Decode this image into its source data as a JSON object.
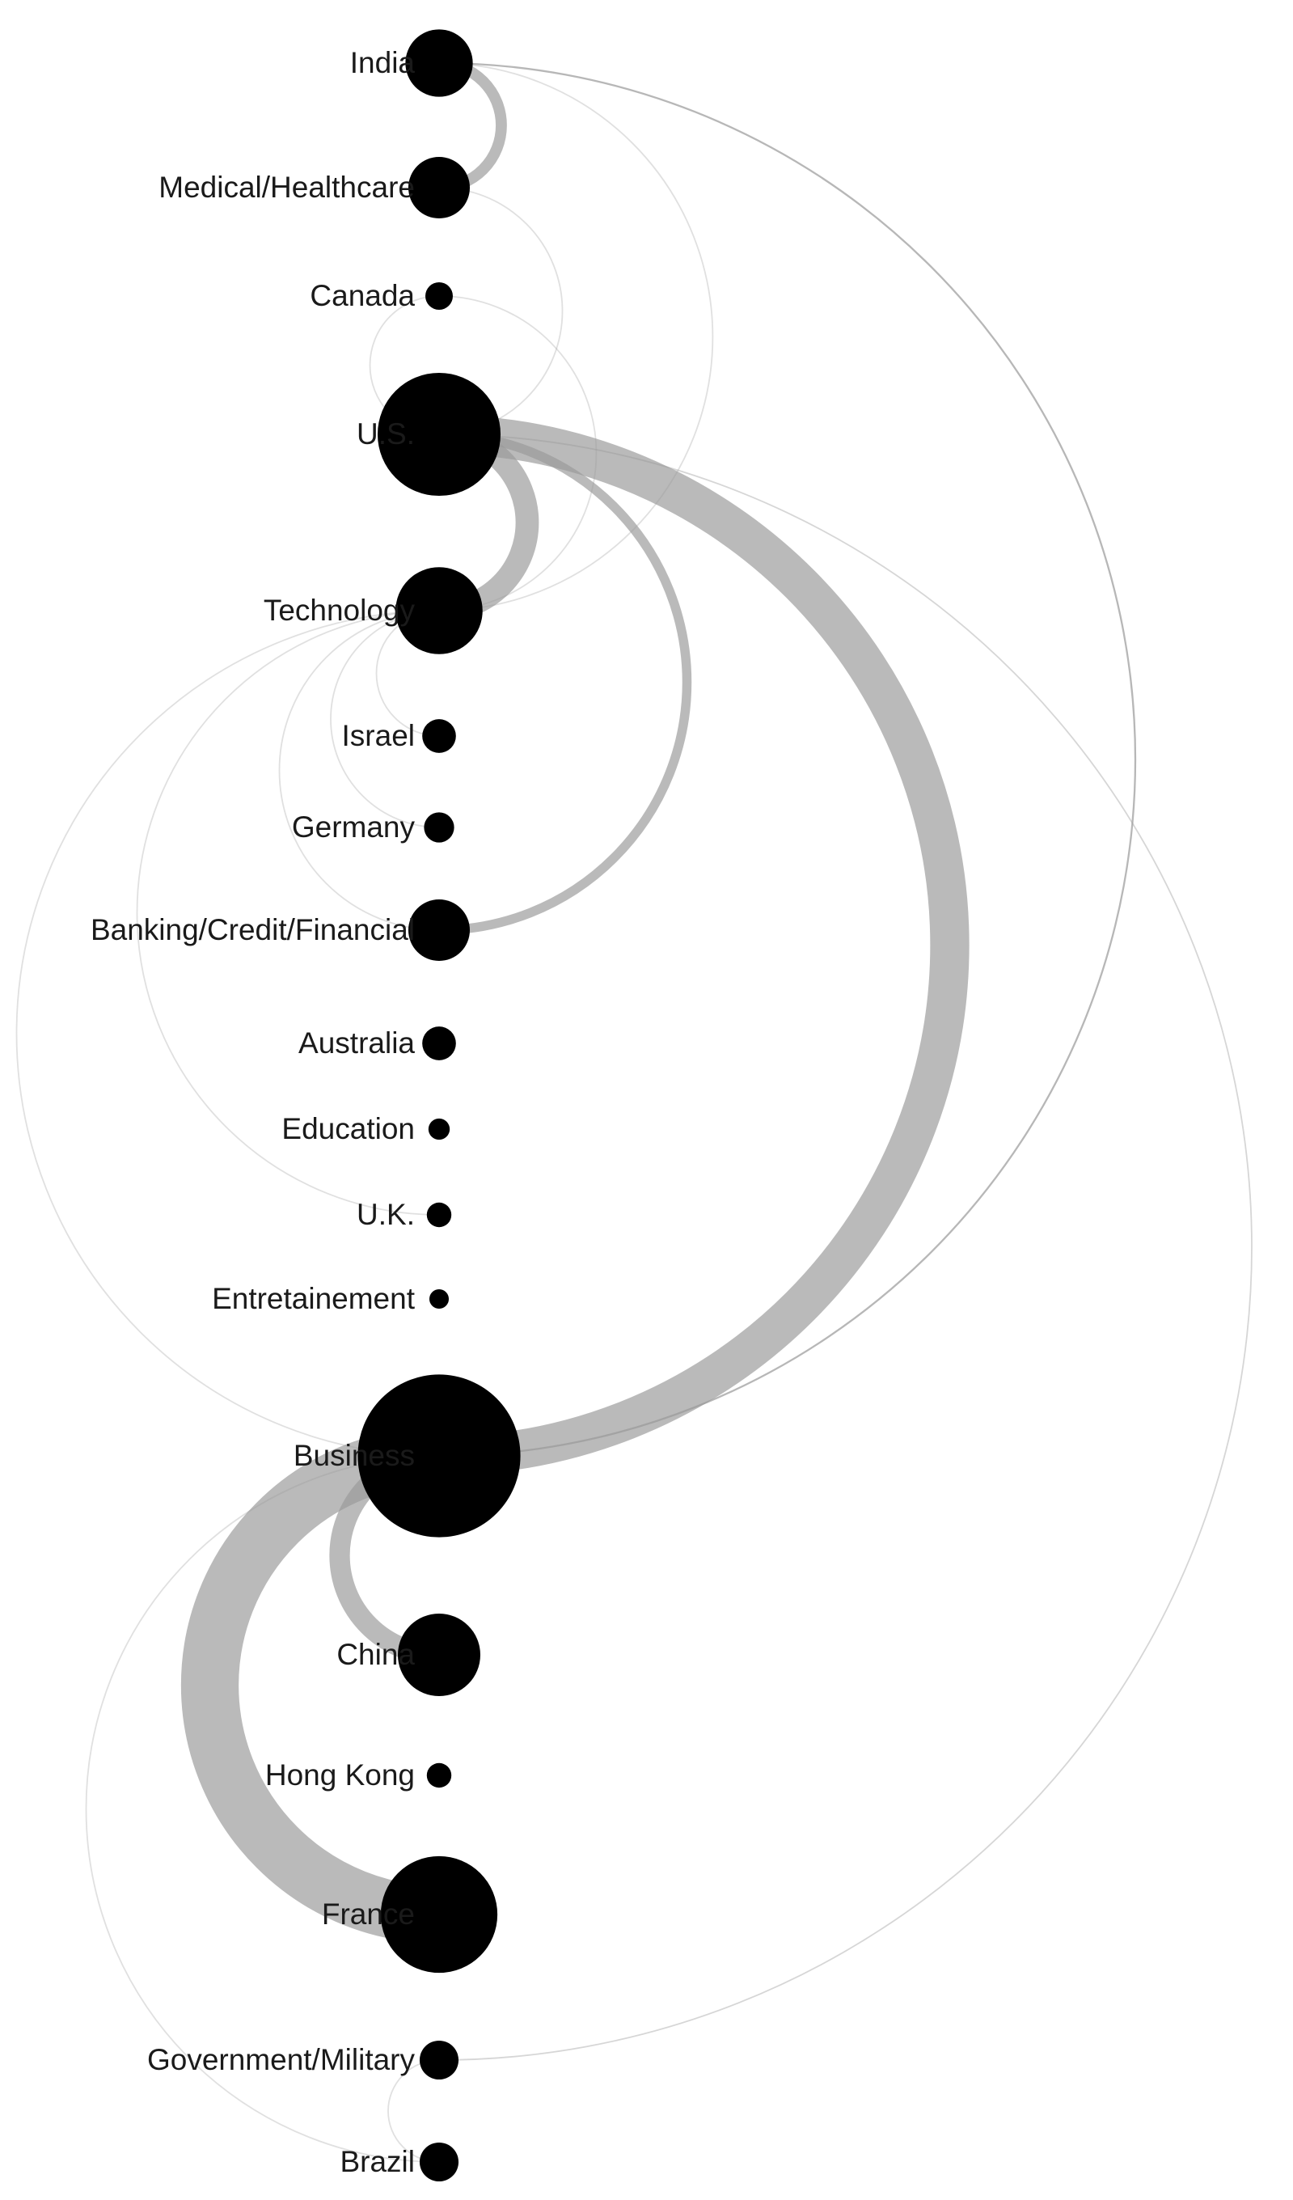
{
  "chart_data": {
    "type": "arc-diagram",
    "colors": {
      "node": "#000000",
      "edge": "#999999",
      "label": "#1a1a1a"
    },
    "nodes": [
      {
        "id": "india",
        "label": "India",
        "weight": 6
      },
      {
        "id": "medical",
        "label": "Medical/Healthcare",
        "weight": 5
      },
      {
        "id": "canada",
        "label": "Canada",
        "weight": 1
      },
      {
        "id": "us",
        "label": "U.S.",
        "weight": 20
      },
      {
        "id": "technology",
        "label": "Technology",
        "weight": 10
      },
      {
        "id": "israel",
        "label": "Israel",
        "weight": 1.5
      },
      {
        "id": "germany",
        "label": "Germany",
        "weight": 1.2
      },
      {
        "id": "banking",
        "label": "Banking/Credit/Financial",
        "weight": 5
      },
      {
        "id": "australia",
        "label": "Australia",
        "weight": 1.5
      },
      {
        "id": "education",
        "label": "Education",
        "weight": 0.6
      },
      {
        "id": "uk",
        "label": "U.K.",
        "weight": 0.8
      },
      {
        "id": "entertainment",
        "label": "Entretainement",
        "weight": 0.5
      },
      {
        "id": "business",
        "label": "Business",
        "weight": 35
      },
      {
        "id": "china",
        "label": "China",
        "weight": 9
      },
      {
        "id": "hongkong",
        "label": "Hong Kong",
        "weight": 0.8
      },
      {
        "id": "france",
        "label": "France",
        "weight": 18
      },
      {
        "id": "government",
        "label": "Government/Military",
        "weight": 2
      },
      {
        "id": "brazil",
        "label": "Brazil",
        "weight": 2
      }
    ],
    "links": [
      {
        "source": "india",
        "target": "medical",
        "weight": 12,
        "side": "right"
      },
      {
        "source": "india",
        "target": "business",
        "weight": 2,
        "side": "right",
        "opacity": 0.7
      },
      {
        "source": "india",
        "target": "technology",
        "weight": 1,
        "side": "right",
        "opacity": 0.3
      },
      {
        "source": "medical",
        "target": "us",
        "weight": 1,
        "side": "right",
        "opacity": 0.3
      },
      {
        "source": "canada",
        "target": "us",
        "weight": 1,
        "side": "left",
        "opacity": 0.3
      },
      {
        "source": "canada",
        "target": "technology",
        "weight": 1,
        "side": "right",
        "opacity": 0.3
      },
      {
        "source": "us",
        "target": "technology",
        "weight": 25,
        "side": "right"
      },
      {
        "source": "us",
        "target": "banking",
        "weight": 10,
        "side": "right"
      },
      {
        "source": "us",
        "target": "business",
        "weight": 42,
        "side": "right"
      },
      {
        "source": "us",
        "target": "government",
        "weight": 1,
        "side": "right",
        "opacity": 0.4
      },
      {
        "source": "technology",
        "target": "israel",
        "weight": 1,
        "side": "left",
        "opacity": 0.3
      },
      {
        "source": "technology",
        "target": "germany",
        "weight": 1,
        "side": "left",
        "opacity": 0.3
      },
      {
        "source": "technology",
        "target": "banking",
        "weight": 1,
        "side": "left",
        "opacity": 0.3
      },
      {
        "source": "technology",
        "target": "uk",
        "weight": 1,
        "side": "left",
        "opacity": 0.3
      },
      {
        "source": "technology",
        "target": "business",
        "weight": 1,
        "side": "left",
        "opacity": 0.3
      },
      {
        "source": "business",
        "target": "china",
        "weight": 22,
        "side": "left"
      },
      {
        "source": "business",
        "target": "france",
        "weight": 62,
        "side": "left"
      },
      {
        "source": "business",
        "target": "brazil",
        "weight": 1,
        "side": "left",
        "opacity": 0.3
      },
      {
        "source": "government",
        "target": "brazil",
        "weight": 1,
        "side": "left",
        "opacity": 0.3
      }
    ]
  }
}
